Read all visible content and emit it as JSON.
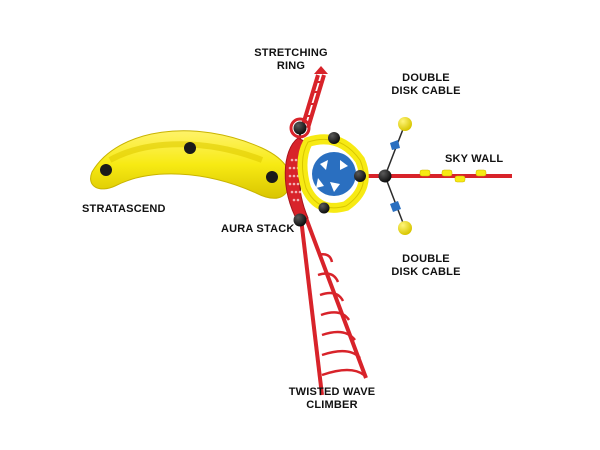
{
  "labels": {
    "stretching_ring": [
      "STRETCHING",
      "RING"
    ],
    "double_disk_cable_top": [
      "DOUBLE",
      "DISK CABLE"
    ],
    "sky_wall": "SKY WALL",
    "stratascend": "STRATASCEND",
    "aura_stack": "AURA STACK",
    "double_disk_cable_bottom": [
      "DOUBLE",
      "DISK CABLE"
    ],
    "twisted_wave_climber": [
      "TWISTED WAVE",
      "CLIMBER"
    ]
  },
  "colors": {
    "background": "#ffffff",
    "red": "#d8232a",
    "dark_red": "#a8141b",
    "yellow": "#f7ea13",
    "yellow_shade": "#e6d20a",
    "blue": "#2a6fc0",
    "black": "#1a1a1a",
    "cable": "#2b2b2b"
  }
}
